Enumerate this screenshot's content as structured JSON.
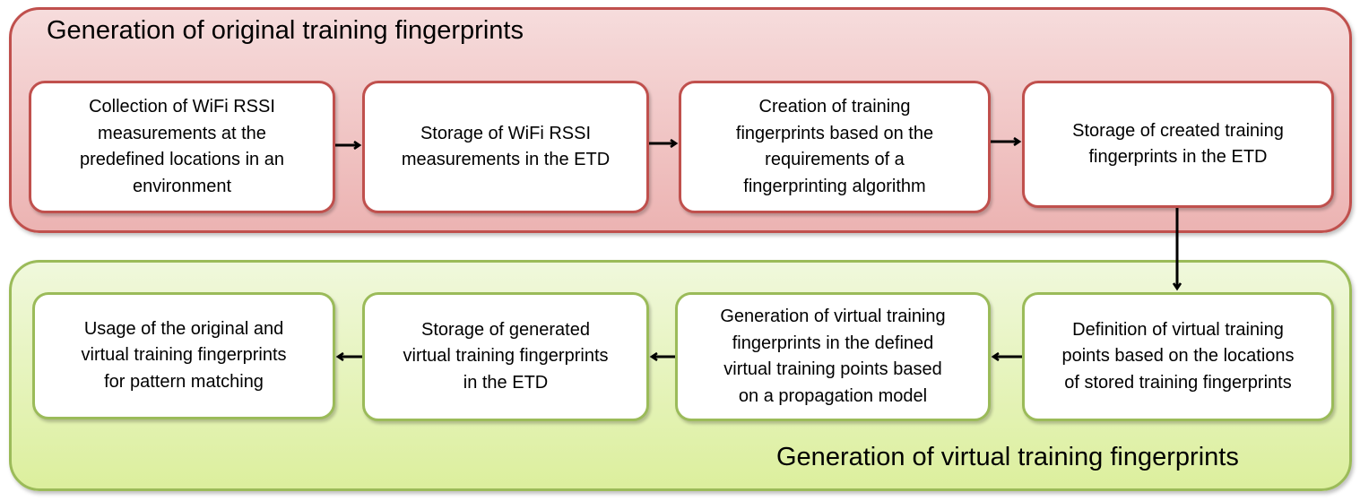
{
  "panels": {
    "top_title": "Generation of original training fingerprints",
    "bottom_title": "Generation of virtual training fingerprints"
  },
  "steps": [
    "Collection of WiFi RSSI\nmeasurements at the\npredefined locations in an\nenvironment",
    "Storage of WiFi RSSI\nmeasurements in the ETD",
    "Creation of training\nfingerprints based on the\nrequirements of a\nfingerprinting algorithm",
    "Storage of created training\nfingerprints in the ETD",
    "Usage of the original and\nvirtual training fingerprints\nfor pattern matching",
    "Storage of generated\nvirtual training fingerprints\nin the ETD",
    "Generation of virtual training\nfingerprints in the defined\nvirtual training points based\non a propagation model",
    "Definition of virtual training\npoints based on the locations\nof stored training fingerprints"
  ],
  "colors": {
    "top_border": "#c0504d",
    "bottom_border": "#9bbb59",
    "arrow": "#000000"
  }
}
